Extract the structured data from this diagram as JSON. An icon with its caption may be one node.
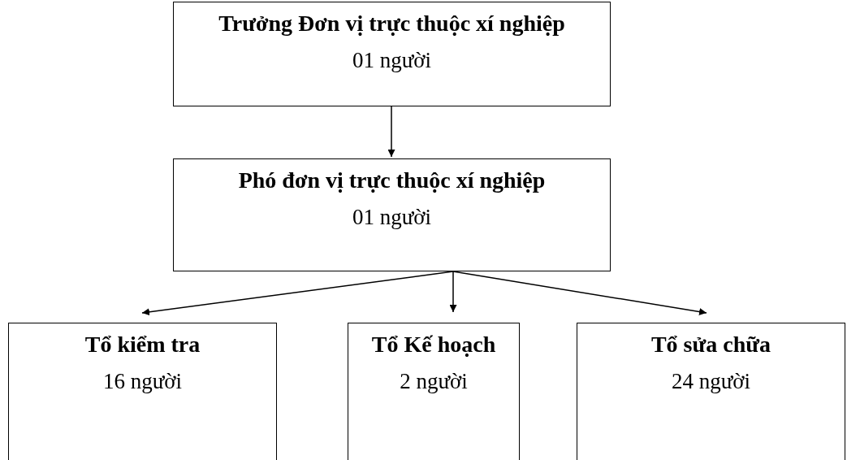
{
  "diagram": {
    "nodes": [
      {
        "text": [
          "Trưởng Đơn vị trực thuộc xí nghiệp",
          "01 người"
        ]
      },
      {
        "text": [
          "Phó đơn vị trực thuộc xí nghiệp",
          "01 người"
        ]
      },
      {
        "text": [
          "Tổ kiểm tra",
          "16 người"
        ]
      },
      {
        "text": [
          "Tổ Kế hoạch",
          "2 người"
        ]
      },
      {
        "text": [
          "Tổ sửa chữa",
          "24 người"
        ]
      }
    ],
    "edges": [
      {
        "from": 0,
        "to": 1,
        "arrow": "to"
      },
      {
        "from": 1,
        "to": 2,
        "arrow": "to"
      },
      {
        "from": 1,
        "to": 3,
        "arrow": "to"
      },
      {
        "from": 1,
        "to": 4,
        "arrow": "to"
      }
    ]
  }
}
